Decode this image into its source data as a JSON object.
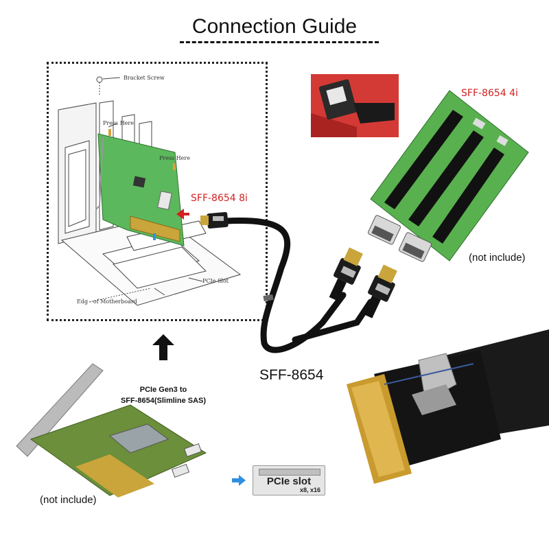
{
  "title": "Connection Guide",
  "install_diagram": {
    "bracket_screw_label": "Bracket Screw",
    "press_here_label_1": "Press Here",
    "press_here_label_2": "Press Here",
    "pcie_slot_label": "PCIe Slot",
    "motherboard_label": "Edg - of Motherboard",
    "port_label": "SFF-8654 8i"
  },
  "riser_board": {
    "port_label": "SFF-8654 4i",
    "note": "(not include)"
  },
  "cable": {
    "label": "SFF-8654"
  },
  "adapter_card": {
    "title_line1": "PCIe Gen3 to",
    "title_line2": "SFF-8654(Slimline SAS)",
    "note": "(not include)"
  },
  "slot_badge": {
    "name": "PCIe slot",
    "sizes": "x8, x16"
  },
  "colors": {
    "accent_red": "#d42020",
    "pcb_green": "#4fa84a",
    "cable_black": "#111111",
    "arrow_blue": "#2f8fe0"
  }
}
